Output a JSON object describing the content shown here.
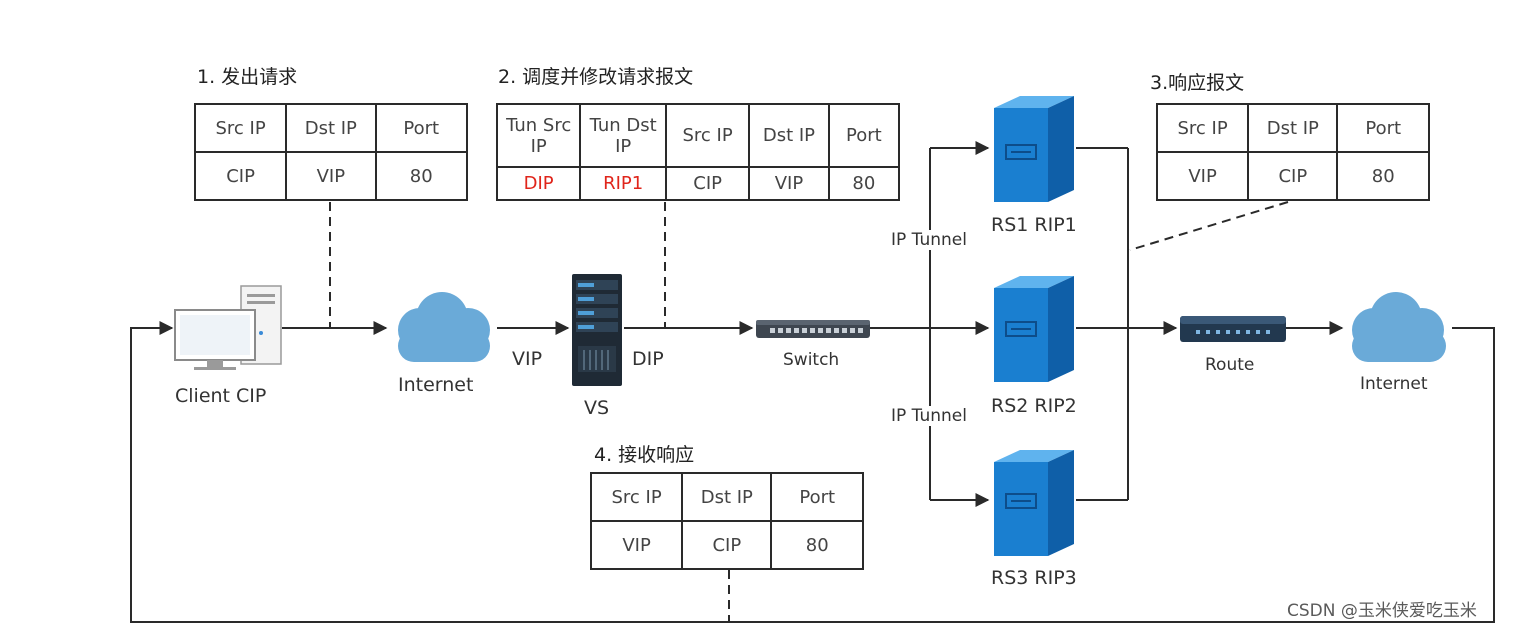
{
  "steps": {
    "s1": "1. 发出请求",
    "s2": "2. 调度并修改请求报文",
    "s3": "3.响应报文",
    "s4": "4. 接收响应"
  },
  "table1": {
    "headers": [
      "Src IP",
      "Dst IP",
      "Port"
    ],
    "values": [
      "CIP",
      "VIP",
      "80"
    ]
  },
  "table2": {
    "headers": [
      "Tun Src IP",
      "Tun Dst IP",
      "Src IP",
      "Dst IP",
      "Port"
    ],
    "values": [
      "DIP",
      "RIP1",
      "CIP",
      "VIP",
      "80"
    ]
  },
  "table3": {
    "headers": [
      "Src IP",
      "Dst IP",
      "Port"
    ],
    "values": [
      "VIP",
      "CIP",
      "80"
    ]
  },
  "table4": {
    "headers": [
      "Src IP",
      "Dst IP",
      "Port"
    ],
    "values": [
      "VIP",
      "CIP",
      "80"
    ]
  },
  "nodes": {
    "client": "Client CIP",
    "internet_left": "Internet",
    "vip": "VIP",
    "dip": "DIP",
    "vs": "VS",
    "switch": "Switch",
    "tunnel_top": "IP Tunnel",
    "tunnel_bottom": "IP Tunnel",
    "rs1": "RS1 RIP1",
    "rs2": "RS2 RIP2",
    "rs3": "RS3 RIP3",
    "route": "Route",
    "internet_right": "Internet"
  },
  "watermark": "CSDN @玉米侠爱吃玉米",
  "colors": {
    "accent_red": "#e0251b",
    "server_blue": "#1a7fd0",
    "cloud_blue": "#6aaad8"
  }
}
